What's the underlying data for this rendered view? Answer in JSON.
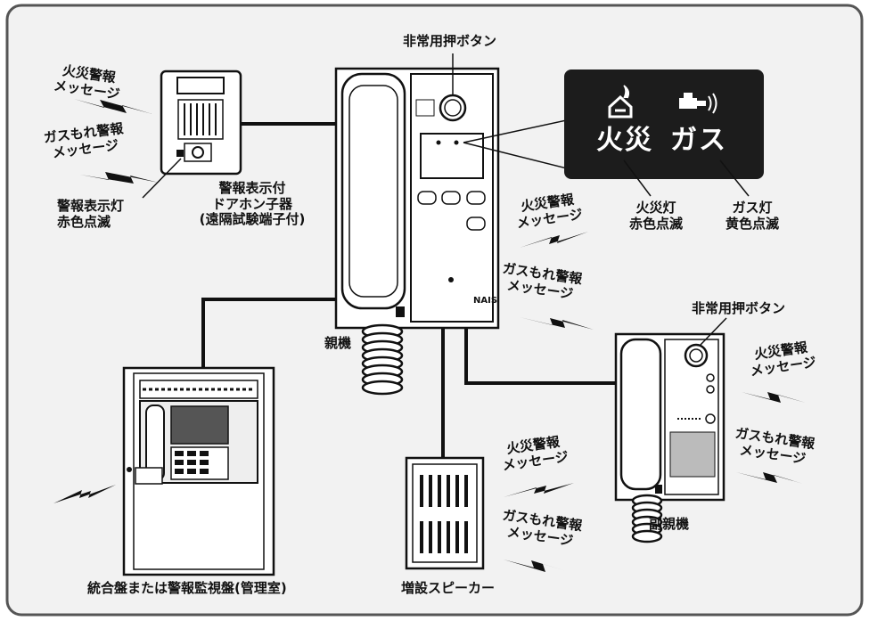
{
  "devices": {
    "master_unit": "親機",
    "door_intercom": [
      "警報表示付",
      "ドアホン子器",
      "(遠隔試験端子付)"
    ],
    "alarm_lamp": [
      "警報表示灯",
      "赤色点滅"
    ],
    "integrated_panel": "統合盤または警報監視盤(管理室)",
    "extension_speaker": "増設スピーカー",
    "sub_master_unit": "副親機"
  },
  "buttons": {
    "emergency_master": "非常用押ボタン",
    "emergency_sub": "非常用押ボタン"
  },
  "messages": {
    "fire_line1": "火災警報",
    "fire_line2": "メッセージ",
    "gas_line1": "ガスもれ警報",
    "gas_line2": "メッセージ"
  },
  "display_panel": {
    "fire": "火災",
    "gas": "ガス",
    "fire_icon": "house-fire-icon",
    "gas_icon": "gas-valve-icon"
  },
  "lamps": {
    "fire_lamp": [
      "火災灯",
      "赤色点滅"
    ],
    "gas_lamp": [
      "ガス灯",
      "黄色点滅"
    ]
  },
  "brand": "NAIS",
  "colors": {
    "panel_bg": "#1c1c1c",
    "line": "#111111",
    "frame_bg": "#f1f1f1"
  }
}
